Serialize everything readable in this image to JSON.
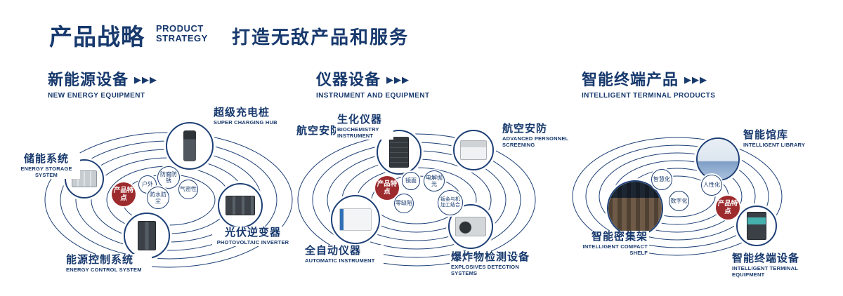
{
  "colors": {
    "navy": "#1e4076",
    "red": "#9d2b2e"
  },
  "icons": {
    "triple_arrow": "▶▶▶"
  },
  "header": {
    "title": "产品战略",
    "en_line1": "PRODUCT",
    "en_line2": "STRATEGY",
    "slogan": "打造无敌产品和服务"
  },
  "sections": [
    {
      "title": "新能源设备",
      "subtitle": "NEW ENERGY EQUIPMENT",
      "feature_label": "产品特点",
      "features": [
        "户外",
        "防腐防锈",
        "气密性",
        "防水防尘"
      ],
      "products": [
        {
          "zh": "储能系统",
          "en": "ENERGY STORAGE SYSTEM"
        },
        {
          "zh": "超级充电桩",
          "en": "SUPER CHARGING HUB"
        },
        {
          "zh": "光伏逆变器",
          "en": "PHOTOVOLTAIC INVERTER"
        },
        {
          "zh": "能源控制系统",
          "en": "ENERGY CONTROL SYSTEM"
        }
      ]
    },
    {
      "title": "仪器设备",
      "subtitle": "INSTRUMENT AND EQUIPMENT",
      "extra_label": "航空安防",
      "feature_label": "产品特点",
      "features": [
        "镜面",
        "电解抛光",
        "零缺陷",
        "钣金与机加工结合"
      ],
      "products": [
        {
          "zh": "生化仪器",
          "en": "BIOCHEMISTRY INSTRUMENT"
        },
        {
          "zh": "航空安防",
          "en": "ADVANCED PERSONNEL SCREENING"
        },
        {
          "zh": "全自动仪器",
          "en": "AUTOMATIC INSTRUMENT"
        },
        {
          "zh": "爆炸物检测设备",
          "en": "EXPLOSIVES DETECTION SYSTEMS"
        }
      ]
    },
    {
      "title": "智能终端产品",
      "subtitle": "INTELLIGENT TERMINAL PRODUCTS",
      "feature_label": "产品特点",
      "features": [
        "智慧化",
        "人性化",
        "数字化"
      ],
      "products": [
        {
          "zh": "智能馆库",
          "en": "INTELLIGENT LIBRARY"
        },
        {
          "zh": "智能密集架",
          "en": "INTELLIGENT COMPACT SHELF"
        },
        {
          "zh": "智能终端设备",
          "en": "INTELLIGENT TERMINAL EQUIPMENT"
        }
      ]
    }
  ]
}
